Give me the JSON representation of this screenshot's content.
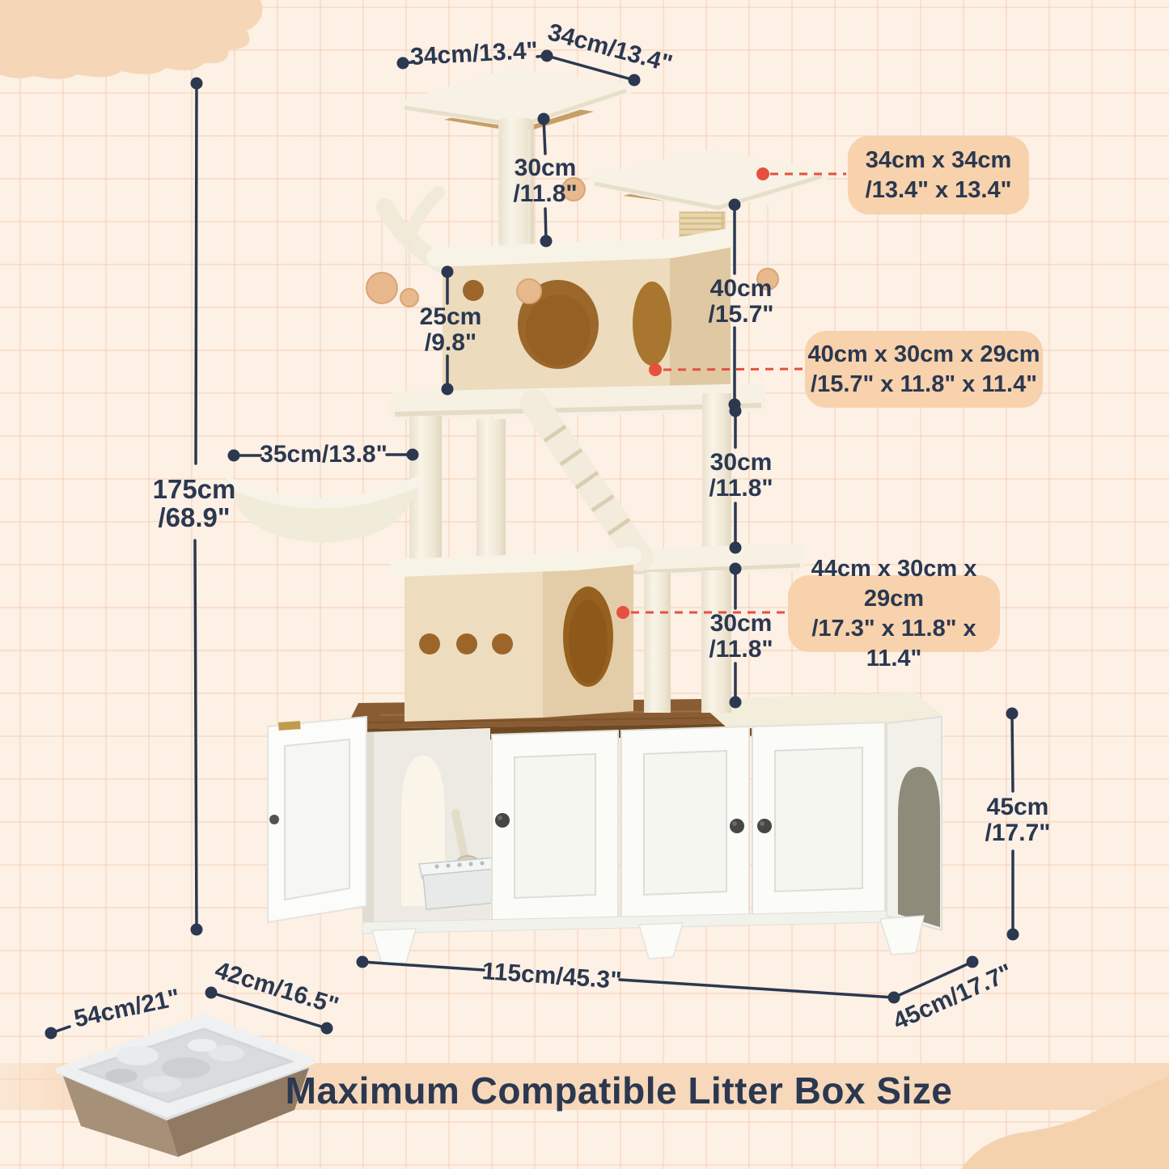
{
  "colors": {
    "accent_navy": "#2b3850",
    "accent_red": "#e6503e",
    "callout_bg": "#f8d2ac",
    "banner_band": "#f7d7b8",
    "background": "#fdf0e5"
  },
  "banner": {
    "title": "Maximum Compatible Litter Box Size"
  },
  "callouts": {
    "top_platform": {
      "line1": "34cm x 34cm",
      "line2": "/13.4\" x 13.4\""
    },
    "upper_house": {
      "line1": "40cm x 30cm x 29cm",
      "line2": "/15.7\" x 11.8\" x 11.4\""
    },
    "lower_house": {
      "line1": "44cm x 30cm x 29cm",
      "line2": "/17.3\" x 11.8\" x 11.4\""
    }
  },
  "dimensions": {
    "top_platform_width": "34cm/13.4\"",
    "top_platform_depth": "34cm/13.4\"",
    "top_post_height": {
      "line1": "30cm",
      "line2": "/11.8\""
    },
    "upper_house_height": {
      "line1": "25cm",
      "line2": "/9.8\""
    },
    "scratch_post_height": {
      "line1": "40cm",
      "line2": "/15.7\""
    },
    "hammock_width": "35cm/13.8\"",
    "total_height": {
      "line1": "175cm",
      "line2": "/68.9\""
    },
    "mid_level_gap": {
      "line1": "30cm",
      "line2": "/11.8\""
    },
    "lower_level_gap": {
      "line1": "30cm",
      "line2": "/11.8\""
    },
    "cabinet_height": {
      "line1": "45cm",
      "line2": "/17.7\""
    },
    "cabinet_width": "115cm/45.3\"",
    "cabinet_depth": "45cm/17.7\"",
    "litter_box_length": "54cm/21\"",
    "litter_box_width": "42cm/16.5\""
  }
}
